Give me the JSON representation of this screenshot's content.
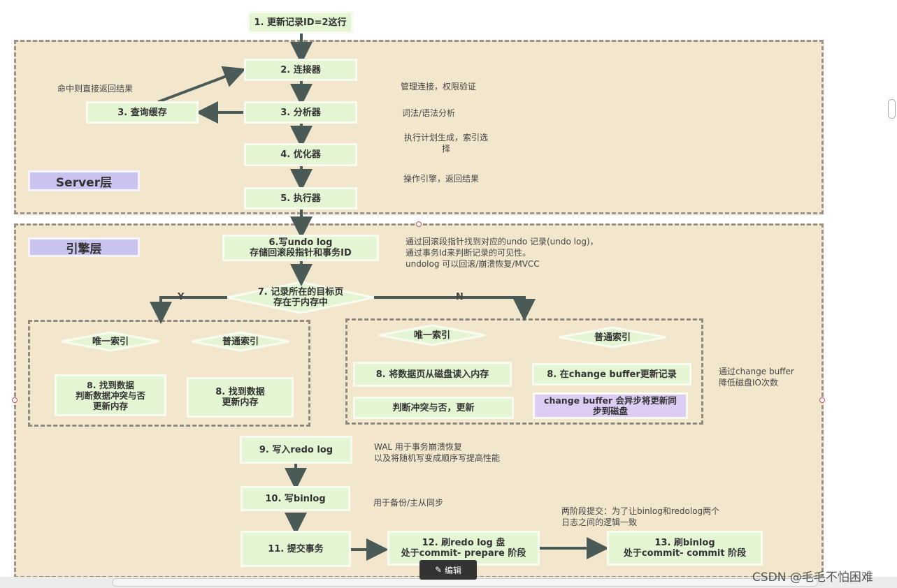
{
  "steps": {
    "s1": "1. 更新记录ID=2这行",
    "s2": "2. 连接器",
    "s3a": "3. 查询缓存",
    "s3b": "3. 分析器",
    "s4": "4. 优化器",
    "s5": "5. 执行器",
    "s6": [
      "6.写undo log",
      "存储回滚段指针和事务ID"
    ],
    "s7": [
      "7. 记录所在的目标页",
      "存在于内存中"
    ],
    "y_unique": "唯一索引",
    "y_normal": "普通索引",
    "y_unique_action": [
      "8. 找到数据",
      "判断数据冲突与否",
      "更新内存"
    ],
    "y_normal_action": [
      "8. 找到数据",
      "更新内存"
    ],
    "n_unique": "唯一索引",
    "n_normal": "普通索引",
    "n_unique_action1": "8. 将数据页从磁盘读入内存",
    "n_unique_action2": "判断冲突与否，更新",
    "n_normal_action1": "8. 在change buffer更新记录",
    "n_normal_action2": [
      "change buffer 会异步将更新同",
      "步到磁盘"
    ],
    "s9": "9. 写入redo log",
    "s10": "10. 写binlog",
    "s11": "11. 提交事务",
    "s12": [
      "12. 刷redo log 盘",
      "处于commit- prepare 阶段"
    ],
    "s13": [
      "13. 刷binlog",
      "处于commit- commit 阶段"
    ]
  },
  "layers": {
    "server": "Server层",
    "engine": "引擎层"
  },
  "branches": {
    "yes": "Y",
    "no": "N"
  },
  "notes": {
    "cache_hit": "命中则直接返回结果",
    "connector": "管理连接，权限验证",
    "analyzer": "词法/语法分析",
    "optimizer": [
      "执行计划生成，索引选",
      "择"
    ],
    "executor": "操作引擎，返回结果",
    "undo": [
      "通过回滚段指针找到对应的undo 记录(undo log)，",
      "通过事务Id来判断记录的可见性。",
      "undolog 可以回滚/崩溃恢复/MVCC"
    ],
    "change_buffer": [
      "通过change buffer",
      "降低磁盘IO次数"
    ],
    "redo": [
      "WAL 用于事务崩溃恢复",
      "以及将随机写变成顺序写提高性能"
    ],
    "binlog": "用于备份/主从同步",
    "two_phase": [
      "两阶段提交：为了让binlog和redolog两个",
      "日志之间的逻辑一致"
    ]
  },
  "ui": {
    "edit_button": "编辑",
    "watermark": "CSDN @毛毛不怕困难"
  },
  "colors": {
    "step_fill": "#e4f5d3",
    "layer_fill": "#f2e7cd",
    "label_fill": "#c8c3ef",
    "highlight_fill": "#ddcdf4",
    "arrow": "#4a5a56"
  }
}
